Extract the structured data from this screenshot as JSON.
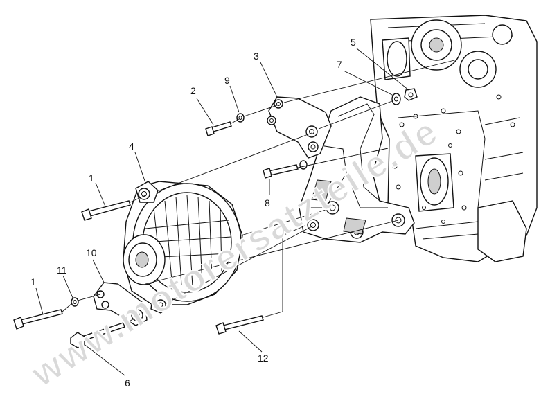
{
  "callouts": {
    "c1_upper": "1",
    "c1_lower": "1",
    "c2": "2",
    "c3": "3",
    "c4": "4",
    "c5": "5",
    "c6": "6",
    "c7": "7",
    "c8": "8",
    "c9": "9",
    "c10": "10",
    "c11": "11",
    "c12": "12"
  },
  "watermark": {
    "text": "www.motorersatzteile.de"
  },
  "colors": {
    "line": "#111111",
    "background": "#ffffff",
    "watermark": "#d9d9d9"
  }
}
